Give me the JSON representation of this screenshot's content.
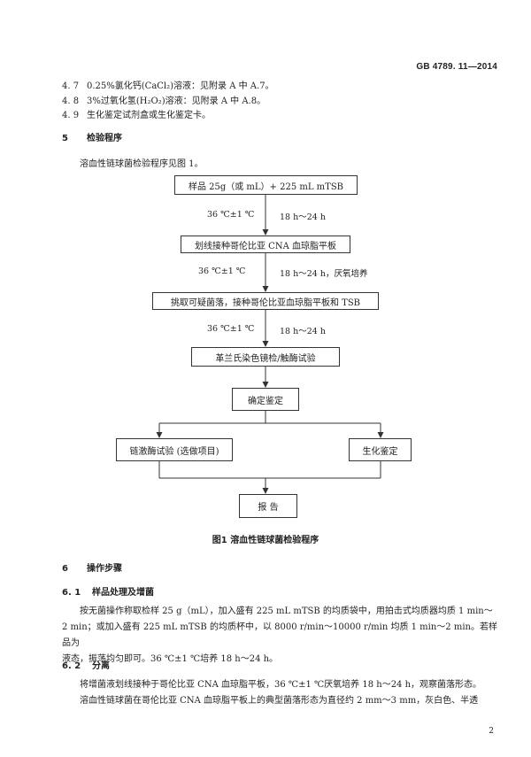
{
  "header": {
    "standard_code": "GB 4789. 11—2014"
  },
  "reagents": [
    {
      "num": "4. 7",
      "text": "0.25%氯化钙(CaCl₂)溶液：见附录 A 中 A.7。"
    },
    {
      "num": "4. 8",
      "text": "3%过氧化氢(H₂O₂)溶液：见附录 A 中 A.8。"
    },
    {
      "num": "4. 9",
      "text": "生化鉴定试剂盒或生化鉴定卡。"
    }
  ],
  "section5": {
    "num": "5",
    "title": "检验程序",
    "intro": "溶血性链球菌检验程序见图 1。"
  },
  "flowchart": {
    "box_sample": "样品 25g（或 mL）+ 225 mL mTSB",
    "cond1_temp": "36 ℃±1 ℃",
    "cond1_time": "18 h～24 h",
    "box_streak": "划线接种哥伦比亚 CNA 血琼脂平板",
    "cond2_temp": "36 ℃±1 ℃",
    "cond2_time": "18 h～24 h，厌氧培养",
    "box_pick": "挑取可疑菌落，接种哥伦比亚血琼脂平板和 TSB",
    "cond3_temp": "36 ℃±1 ℃",
    "cond3_time": "18 h～24 h",
    "box_gram": "革兰氏染色镜检/触酶试验",
    "box_confirm": "确定鉴定",
    "box_strep": "链激酶试验 (选做项目)",
    "box_biochem": "生化鉴定",
    "box_report": "报 告"
  },
  "figure_caption": "图1 溶血性链球菌检验程序",
  "section6": {
    "num": "6",
    "title": "操作步骤"
  },
  "section61": {
    "num": "6. 1",
    "title": "样品处理及增菌",
    "para_lines": [
      "按无菌操作称取检样 25 g（mL），加入盛有 225 mL mTSB 的均质袋中，用拍击式均质器均质 1 min～",
      "2 min；或加入盛有 225 mL mTSB 的均质杯中，以 8000 r/min～10000 r/min 均质 1 min～2 min。若样品为",
      "液态，振荡均匀即可。36 ℃±1 ℃培养 18 h～24 h。"
    ]
  },
  "section62": {
    "num": "6. 2",
    "title": "分离",
    "para_lines": [
      "将增菌液划线接种于哥伦比亚 CNA 血琼脂平板，36 ℃±1 ℃厌氧培养 18 h～24 h，观察菌落形态。",
      "溶血性链球菌在哥伦比亚 CNA 血琼脂平板上的典型菌落形态为直径约 2 mm～3 mm，灰白色、半透"
    ]
  },
  "footer": {
    "page_number": "2"
  }
}
